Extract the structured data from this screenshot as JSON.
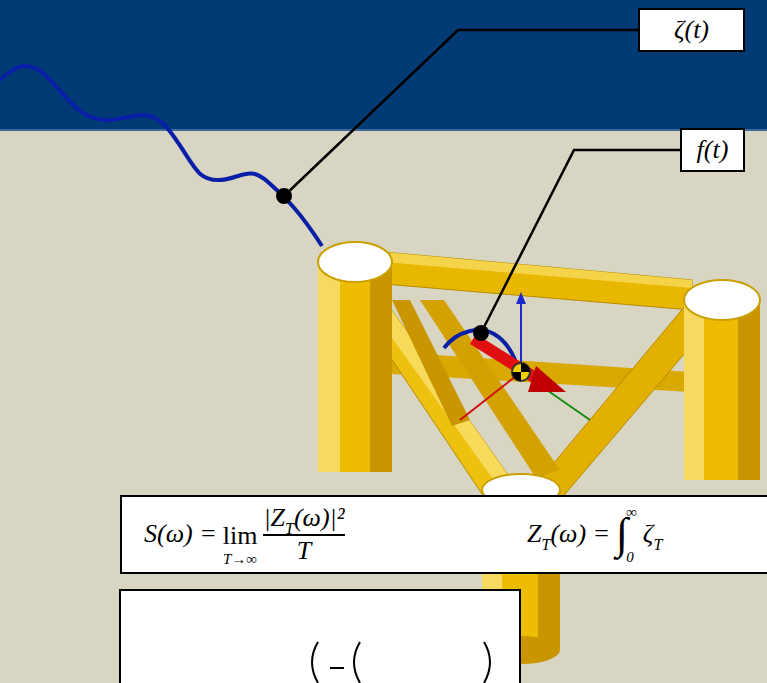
{
  "diagram": {
    "nodes": [
      {
        "text": [
          "ζ(t)"
        ]
      },
      {
        "text": [
          "f(t)"
        ]
      },
      {
        "text": [
          "S(ω) =",
          "lim",
          "T→∞",
          "|Z",
          "T",
          "(ω)|²",
          "T",
          "Z",
          "T",
          "(ω) =",
          "∫",
          "∞",
          "0",
          "ζ",
          "T"
        ]
      }
    ]
  }
}
